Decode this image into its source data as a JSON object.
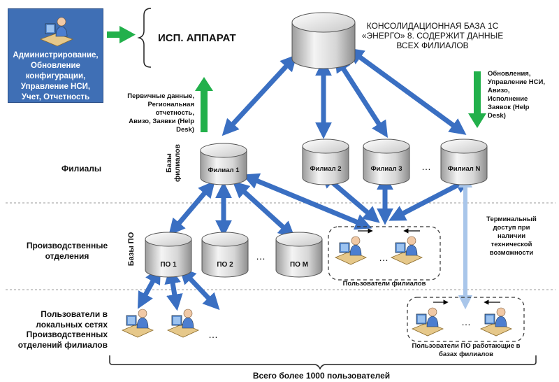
{
  "admin": {
    "lines": [
      "Администрирование,",
      "Обновление",
      "конфигурации,",
      "Управление НСИ,",
      "Учет, Отчетность"
    ]
  },
  "isp_apparat": "ИСП. АППАРАТ",
  "consolidation": {
    "lines": [
      "КОНСОЛИДАЦИОННАЯ БАЗА 1С",
      "«ЭНЕРГО» 8. СОДЕРЖИТ ДАННЫЕ",
      "ВСЕХ ФИЛИАЛОВ"
    ]
  },
  "primary_data": {
    "lines": [
      "Первичные данные,",
      "Региональная",
      "отчетность,",
      "Авизо, Заявки (Help",
      "Desk)"
    ]
  },
  "updates": {
    "lines": [
      "Обновления,",
      "Управление НСИ,",
      "Авизо,",
      "Исполнение",
      "Заявок (Help",
      "Desk)"
    ]
  },
  "rows": {
    "filialy": "Филиалы",
    "proizv": [
      "Производственные",
      "отделения"
    ],
    "local_users": [
      "Пользователи в",
      "локальных сетях",
      "Производственных",
      "отделений филиалов"
    ]
  },
  "vertical_labels": {
    "bazy_filialov": [
      "Базы",
      "филиалов"
    ],
    "bazy_po": "Базы ПО"
  },
  "filials": [
    "Филиал 1",
    "Филиал 2",
    "Филиал 3",
    "Филиал N"
  ],
  "po": [
    "ПО 1",
    "ПО 2",
    "ПО М"
  ],
  "ellipsis": "…",
  "terminal_access": {
    "lines": [
      "Терминальный",
      "доступ при",
      "наличии",
      "технической",
      "возможности"
    ]
  },
  "users_filial": "Пользователи филиалов",
  "users_po": [
    "Пользователи ПО работающие в",
    "базах филиалов"
  ],
  "total_users": "Всего более 1000 пользователей",
  "colors": {
    "admin_bg": "#3f6fb5",
    "arrow_blue": "#3a6fc2",
    "arrow_light_blue": "#a9c6ea",
    "arrow_green": "#22b04b",
    "db_light": "#f2f2f2",
    "db_dark": "#b0b0b0"
  }
}
